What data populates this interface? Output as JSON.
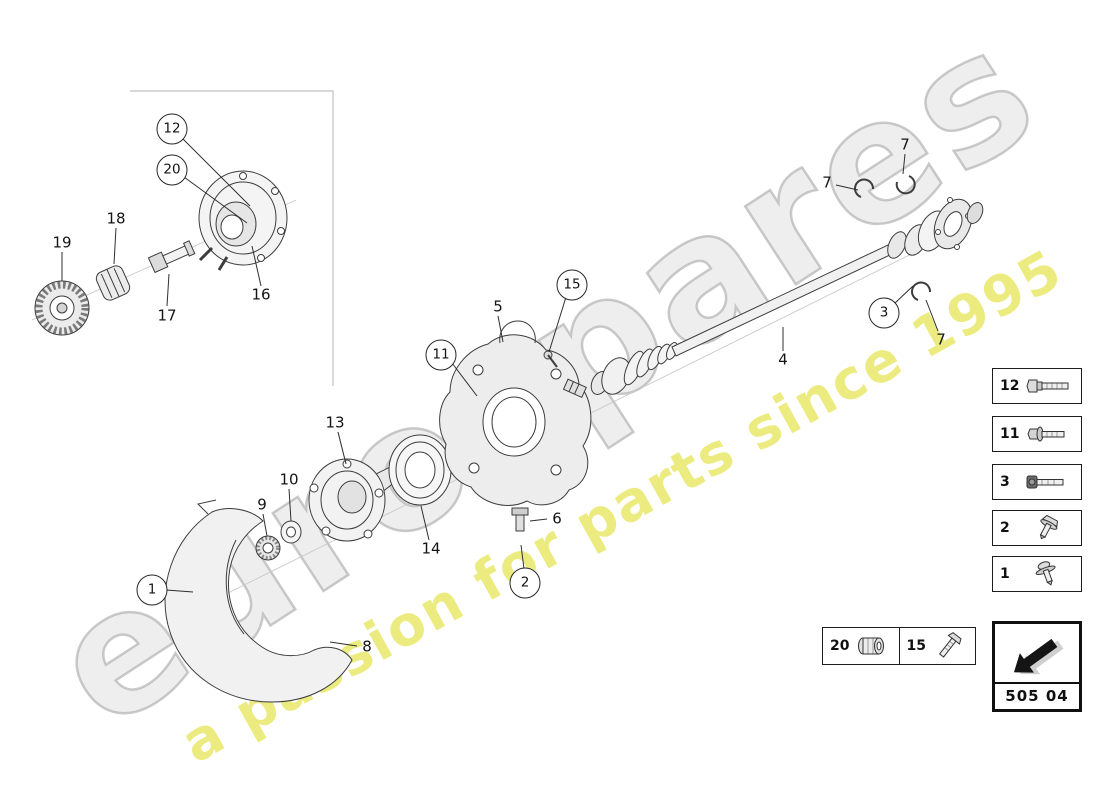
{
  "watermark": {
    "brand": "eurospares",
    "tagline": "a passion for parts since 1995"
  },
  "diagram": {
    "title_hint": "axle shaft rear exploded view",
    "callouts": [
      {
        "label": "12",
        "circled": true
      },
      {
        "label": "20",
        "circled": true
      },
      {
        "label": "18",
        "circled": false
      },
      {
        "label": "19",
        "circled": false
      },
      {
        "label": "17",
        "circled": false
      },
      {
        "label": "16",
        "circled": false
      },
      {
        "label": "11",
        "circled": true
      },
      {
        "label": "5",
        "circled": false
      },
      {
        "label": "15",
        "circled": true
      },
      {
        "label": "13",
        "circled": false
      },
      {
        "label": "10",
        "circled": false
      },
      {
        "label": "9",
        "circled": false
      },
      {
        "label": "14",
        "circled": false
      },
      {
        "label": "6",
        "circled": false
      },
      {
        "label": "2",
        "circled": true
      },
      {
        "label": "1",
        "circled": true
      },
      {
        "label": "8",
        "circled": false
      },
      {
        "label": "4",
        "circled": false
      },
      {
        "label": "3",
        "circled": true
      },
      {
        "label": "7",
        "circled": false
      },
      {
        "label": "7",
        "circled": false
      },
      {
        "label": "7",
        "circled": false
      }
    ]
  },
  "legend": {
    "side_items": [
      {
        "label": "12",
        "icon": "hex-bolt"
      },
      {
        "label": "11",
        "icon": "flange-bolt"
      },
      {
        "label": "3",
        "icon": "socket-head-screw"
      },
      {
        "label": "2",
        "icon": "hex-screw-washer"
      },
      {
        "label": "1",
        "icon": "screw-washer"
      }
    ],
    "bottom_items": [
      {
        "label": "20",
        "icon": "bushing"
      },
      {
        "label": "15",
        "icon": "long-bolt"
      }
    ]
  },
  "part_code": "505 04"
}
